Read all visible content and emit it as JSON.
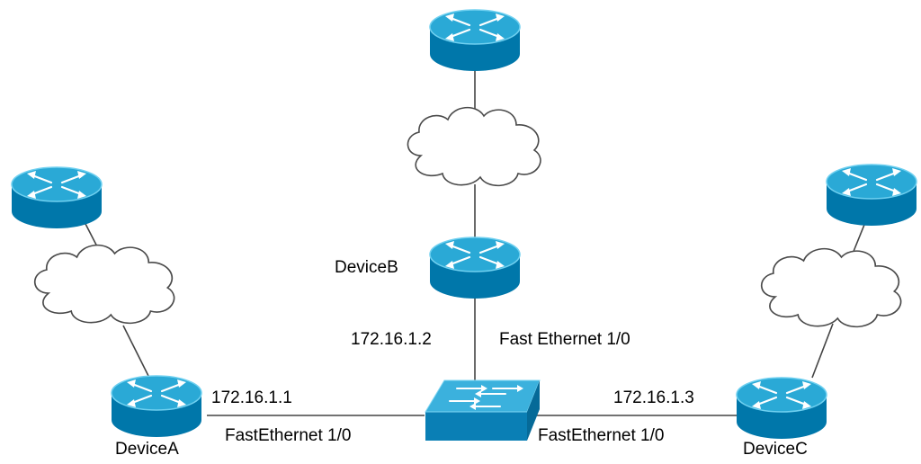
{
  "devices": {
    "device_a": "DeviceA",
    "device_b": "DeviceB",
    "device_c": "DeviceC"
  },
  "addresses": {
    "device_a_ip": "172.16.1.1",
    "device_b_ip": "172.16.1.2",
    "device_c_ip": "172.16.1.3"
  },
  "interfaces": {
    "device_a_if": "FastEthernet 1/0",
    "device_b_if": "Fast Ethernet 1/0",
    "device_c_if": "FastEthernet 1/0"
  },
  "colors": {
    "router_top": "#2aa9d6",
    "router_side": "#0077aa",
    "router_rim": "#5cc4ea",
    "switch_top": "#3bb1dd",
    "switch_front": "#0a7fb5",
    "cloud_fill": "#ffffff",
    "cloud_stroke": "#4a4a4a",
    "link": "#444444"
  },
  "icons": {
    "router": "router-icon",
    "switch": "switch-icon",
    "cloud": "cloud-icon"
  }
}
